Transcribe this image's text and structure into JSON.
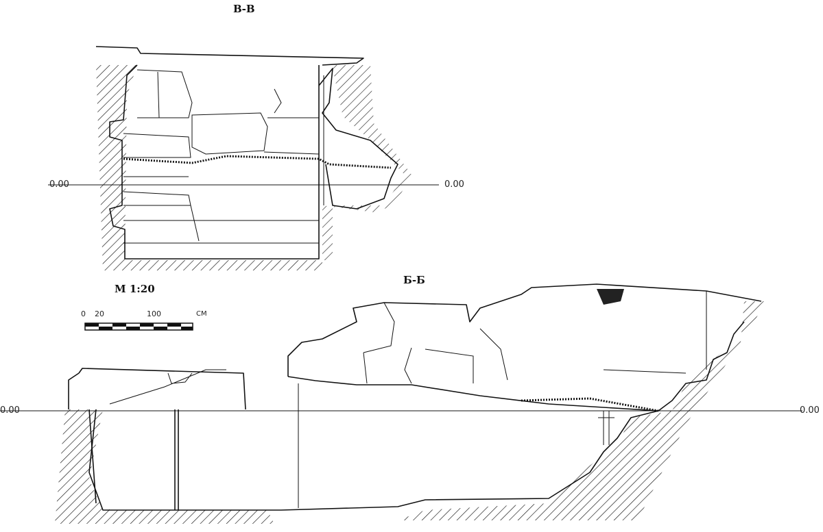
{
  "section_top": {
    "title": "В-В",
    "datum_left": "0.00",
    "datum_right": "0.00"
  },
  "section_bottom": {
    "title": "Б-Б",
    "datum_left": "0.00",
    "datum_right": "0.00"
  },
  "scale": {
    "title": "М 1:20",
    "tick_0": "0",
    "tick_20": "20",
    "tick_100": "100",
    "unit": "СМ"
  }
}
